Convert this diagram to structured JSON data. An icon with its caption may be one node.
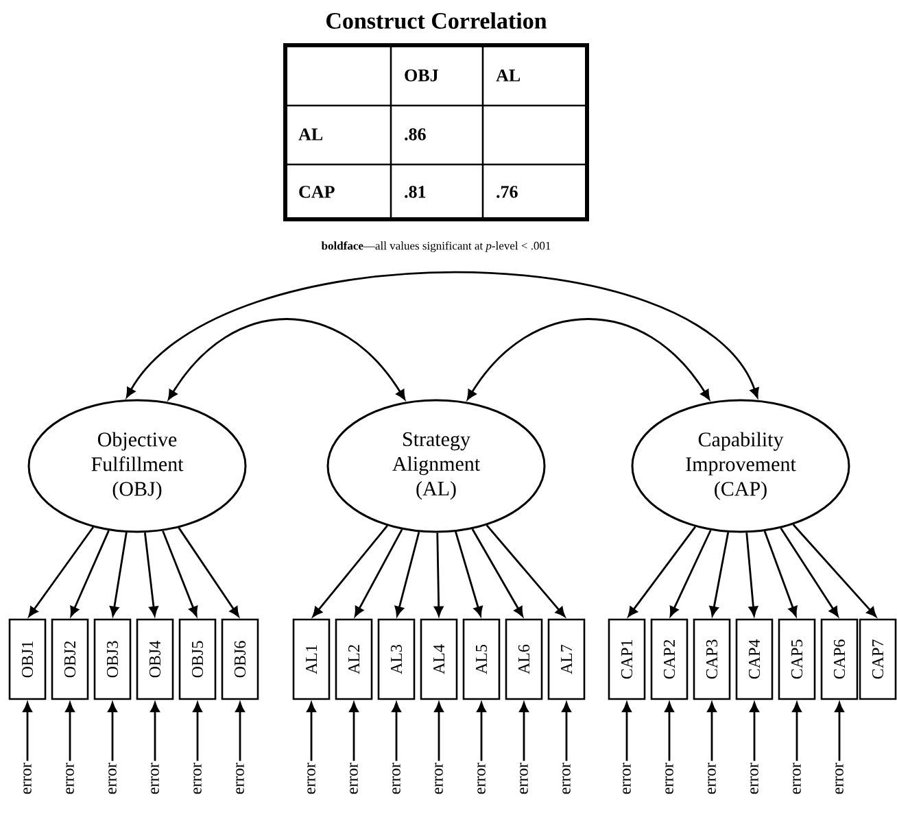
{
  "diagram": {
    "title": "Construct Correlation",
    "nodes": [
      {
        "text": [
          "Objective Fulfillment (OBJ)"
        ]
      },
      {
        "text": [
          "Strategy Alignment (AL)"
        ]
      },
      {
        "text": [
          "Capability Improvement (CAP)"
        ]
      },
      {
        "text": [
          "OBJ1"
        ]
      },
      {
        "text": [
          "OBJ2"
        ]
      },
      {
        "text": [
          "OBJ3"
        ]
      },
      {
        "text": [
          "OBJ4"
        ]
      },
      {
        "text": [
          "OBJ5"
        ]
      },
      {
        "text": [
          "OBJ6"
        ]
      },
      {
        "text": [
          "AL1"
        ]
      },
      {
        "text": [
          "AL2"
        ]
      },
      {
        "text": [
          "AL3"
        ]
      },
      {
        "text": [
          "AL4"
        ]
      },
      {
        "text": [
          "AL5"
        ]
      },
      {
        "text": [
          "AL6"
        ]
      },
      {
        "text": [
          "AL7"
        ]
      },
      {
        "text": [
          "CAP1"
        ]
      },
      {
        "text": [
          "CAP2"
        ]
      },
      {
        "text": [
          "CAP3"
        ]
      },
      {
        "text": [
          "CAP4"
        ]
      },
      {
        "text": [
          "CAP5"
        ]
      },
      {
        "text": [
          "CAP6"
        ]
      },
      {
        "text": [
          "CAP7"
        ]
      },
      {
        "text": [
          "error"
        ]
      },
      {
        "text": [
          "error"
        ]
      },
      {
        "text": [
          "error"
        ]
      },
      {
        "text": [
          "error"
        ]
      },
      {
        "text": [
          "error"
        ]
      },
      {
        "text": [
          "error"
        ]
      },
      {
        "text": [
          "error"
        ]
      },
      {
        "text": [
          "error"
        ]
      },
      {
        "text": [
          "error"
        ]
      },
      {
        "text": [
          "error"
        ]
      },
      {
        "text": [
          "error"
        ]
      },
      {
        "text": [
          "error"
        ]
      },
      {
        "text": [
          "error"
        ]
      },
      {
        "text": [
          "error"
        ]
      },
      {
        "text": [
          "error"
        ]
      },
      {
        "text": [
          "error"
        ]
      },
      {
        "text": [
          "error"
        ]
      },
      {
        "text": [
          "error"
        ]
      },
      {
        "text": [
          "error"
        ]
      }
    ],
    "edges": [
      {
        "from": 0,
        "to": 2,
        "arrow": "both"
      },
      {
        "from": 0,
        "to": 1,
        "arrow": "both"
      },
      {
        "from": 1,
        "to": 2,
        "arrow": "both"
      },
      {
        "from": 0,
        "to": 3,
        "arrow": "to"
      },
      {
        "from": 0,
        "to": 4,
        "arrow": "to"
      },
      {
        "from": 0,
        "to": 5,
        "arrow": "to"
      },
      {
        "from": 0,
        "to": 6,
        "arrow": "to"
      },
      {
        "from": 0,
        "to": 7,
        "arrow": "to"
      },
      {
        "from": 0,
        "to": 8,
        "arrow": "to"
      },
      {
        "from": 1,
        "to": 9,
        "arrow": "to"
      },
      {
        "from": 1,
        "to": 10,
        "arrow": "to"
      },
      {
        "from": 1,
        "to": 11,
        "arrow": "to"
      },
      {
        "from": 1,
        "to": 12,
        "arrow": "to"
      },
      {
        "from": 1,
        "to": 13,
        "arrow": "to"
      },
      {
        "from": 1,
        "to": 14,
        "arrow": "to"
      },
      {
        "from": 1,
        "to": 15,
        "arrow": "to"
      },
      {
        "from": 2,
        "to": 16,
        "arrow": "to"
      },
      {
        "from": 2,
        "to": 17,
        "arrow": "to"
      },
      {
        "from": 2,
        "to": 18,
        "arrow": "to"
      },
      {
        "from": 2,
        "to": 19,
        "arrow": "to"
      },
      {
        "from": 2,
        "to": 20,
        "arrow": "to"
      },
      {
        "from": 2,
        "to": 21,
        "arrow": "to"
      },
      {
        "from": 2,
        "to": 22,
        "arrow": "to"
      },
      {
        "from": 23,
        "to": 3,
        "arrow": "to"
      },
      {
        "from": 24,
        "to": 4,
        "arrow": "to"
      },
      {
        "from": 25,
        "to": 5,
        "arrow": "to"
      },
      {
        "from": 26,
        "to": 6,
        "arrow": "to"
      },
      {
        "from": 27,
        "to": 7,
        "arrow": "to"
      },
      {
        "from": 28,
        "to": 8,
        "arrow": "to"
      },
      {
        "from": 29,
        "to": 9,
        "arrow": "to"
      },
      {
        "from": 30,
        "to": 10,
        "arrow": "to"
      },
      {
        "from": 31,
        "to": 11,
        "arrow": "to"
      },
      {
        "from": 32,
        "to": 12,
        "arrow": "to"
      },
      {
        "from": 33,
        "to": 13,
        "arrow": "to"
      },
      {
        "from": 34,
        "to": 14,
        "arrow": "to"
      },
      {
        "from": 35,
        "to": 15,
        "arrow": "to"
      },
      {
        "from": 36,
        "to": 16,
        "arrow": "to"
      },
      {
        "from": 37,
        "to": 17,
        "arrow": "to"
      },
      {
        "from": 38,
        "to": 18,
        "arrow": "to"
      },
      {
        "from": 39,
        "to": 19,
        "arrow": "to"
      },
      {
        "from": 40,
        "to": 20,
        "arrow": "to"
      },
      {
        "from": 41,
        "to": 21,
        "arrow": "to"
      }
    ],
    "labels": [
      "OBJ",
      "AL",
      "AL",
      ".86",
      "CAP",
      ".81",
      ".76",
      "**boldface**—all values significant at *p*-level < .001"
    ]
  }
}
